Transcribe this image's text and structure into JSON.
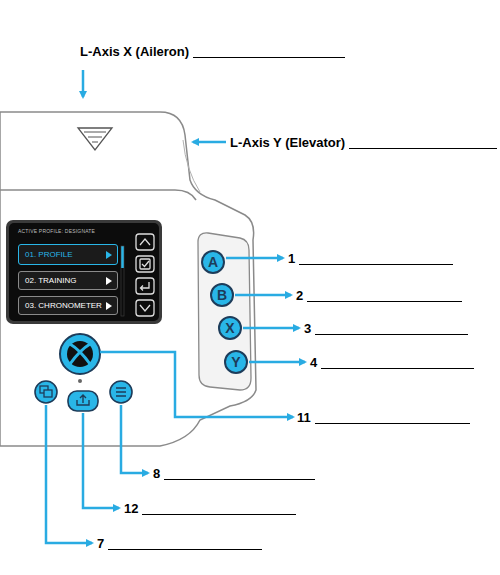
{
  "diagram": {
    "nodes": [
      {
        "text": [
          "ACTIVE PROFILE: DESIGNATE"
        ]
      },
      {
        "text": [
          "01. PROFILE"
        ],
        "in": 0
      },
      {
        "text": [
          "02. TRAINING"
        ],
        "in": 0
      },
      {
        "text": [
          "03. CHRONOMETER"
        ],
        "in": 0
      },
      {
        "text": [
          "A"
        ]
      },
      {
        "text": [
          "B"
        ]
      },
      {
        "text": [
          "X"
        ]
      },
      {
        "text": [
          "Y"
        ]
      }
    ],
    "labels": [
      "L-Axis X (Aileron)",
      "L-Axis Y (Elevator)",
      "1",
      "2",
      "3",
      "4",
      "11",
      "8",
      "12",
      "7"
    ]
  }
}
